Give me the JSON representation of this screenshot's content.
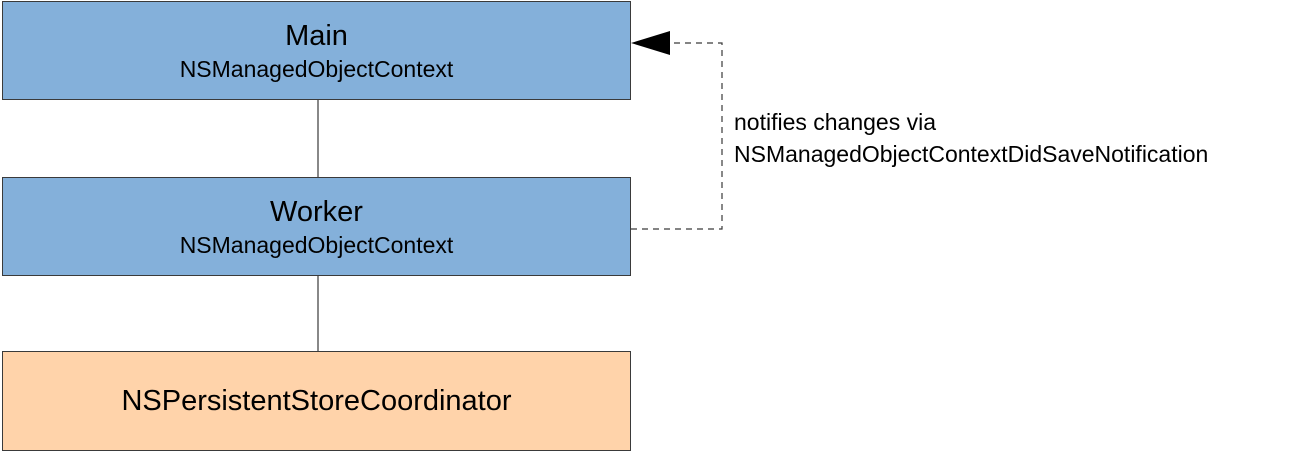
{
  "boxes": {
    "main": {
      "title": "Main",
      "subtitle": "NSManagedObjectContext",
      "color": "#84b0da"
    },
    "worker": {
      "title": "Worker",
      "subtitle": "NSManagedObjectContext",
      "color": "#84b0da"
    },
    "coordinator": {
      "title": "NSPersistentStoreCoordinator",
      "color": "#ffd3aa"
    }
  },
  "notification": {
    "line1": "notifies changes via",
    "line2": "NSManagedObjectContextDidSaveNotification",
    "from": "worker",
    "to": "main",
    "style": "dashed-arrow"
  },
  "links": [
    {
      "from": "main",
      "to": "worker",
      "style": "solid"
    },
    {
      "from": "worker",
      "to": "coordinator",
      "style": "solid"
    }
  ]
}
